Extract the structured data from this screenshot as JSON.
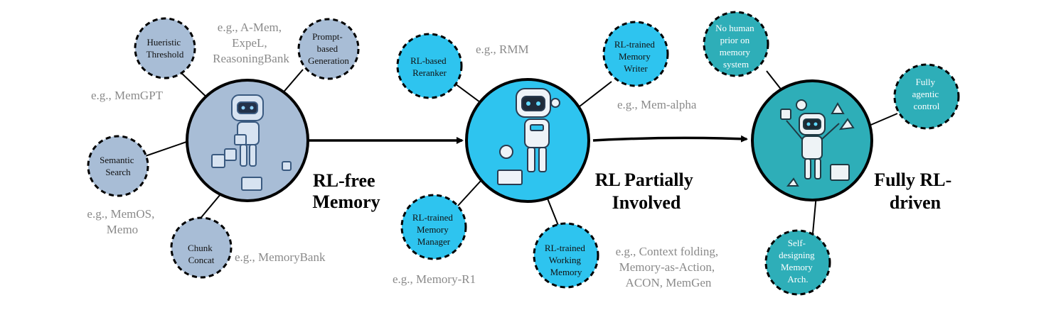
{
  "colors": {
    "stage1_fill": "#a8bdd6",
    "stage2_fill": "#2ec4ef",
    "stage3_fill": "#2eaeb8",
    "arrow": "#000000"
  },
  "stages": [
    {
      "title_lines": [
        "RL-free",
        "Memory"
      ],
      "icon": "robot-stacking-blocks-icon"
    },
    {
      "title_lines": [
        "RL Partially",
        "Involved"
      ],
      "icon": "robot-holding-box-icon"
    },
    {
      "title_lines": [
        "Fully RL-",
        "driven"
      ],
      "icon": "robot-juggling-shapes-icon"
    }
  ],
  "nodes": {
    "heuristic_threshold": [
      "Hueristic",
      "Threshold"
    ],
    "prompt_based_generation": [
      "Prompt-",
      "based",
      "Generation"
    ],
    "semantic_search": [
      "Semantic",
      "Search"
    ],
    "chunk_concat": [
      "Chunk",
      "Concat"
    ],
    "rl_based_reranker": [
      "RL-based",
      "Reranker"
    ],
    "rl_trained_memory_writer": [
      "RL-trained",
      "Memory",
      "Writer"
    ],
    "rl_trained_memory_manager": [
      "RL-trained",
      "Memory",
      "Manager"
    ],
    "rl_trained_working_memory": [
      "RL-trained",
      "Working",
      "Memory"
    ],
    "no_human_prior": [
      "No human",
      "prior on",
      "memory",
      "system"
    ],
    "fully_agentic_control": [
      "Fully",
      "agentic",
      "control"
    ],
    "self_designing_memory": [
      "Self-",
      "designing",
      "Memory",
      "Arch."
    ]
  },
  "examples": {
    "a_mem_expel_reasoningbank": [
      "e.g., A-Mem,",
      "ExpeL,",
      "ReasoningBank"
    ],
    "memgpt": [
      "e.g., MemGPT"
    ],
    "memos_memo": [
      "e.g., MemOS,",
      "Memo"
    ],
    "memorybank": [
      "e.g., MemoryBank"
    ],
    "rmm": [
      "e.g., RMM"
    ],
    "mem_alpha": [
      "e.g., Mem-alpha"
    ],
    "memory_r1": [
      "e.g., Memory-R1"
    ],
    "context_folding": [
      "e.g., Context folding,",
      "Memory-as-Action,",
      "ACON, MemGen"
    ]
  }
}
